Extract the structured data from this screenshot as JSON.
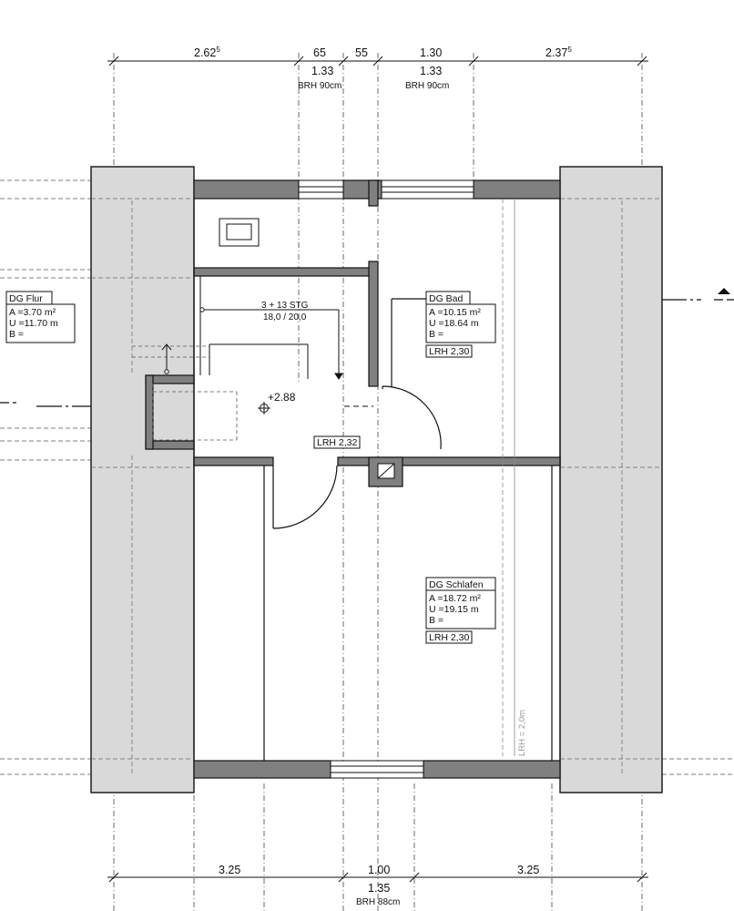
{
  "dimensions": {
    "top": {
      "d1": "2.62",
      "d1_sup": "5",
      "d2": "65",
      "d2_sub": "1.33",
      "d2_note": "BRH 90cm",
      "d3": "55",
      "d4": "1.30",
      "d4_sub": "1.33",
      "d4_note": "BRH 90cm",
      "d5": "2.37",
      "d5_sup": "5"
    },
    "bottom": {
      "d1": "3.25",
      "d2": "1.00",
      "d2_sub": "1.35",
      "d2_note": "BRH 88cm",
      "d3": "3.25"
    }
  },
  "rooms": {
    "flur": {
      "name": "DG Flur",
      "area": "A =3.70 m²",
      "perimeter": "U =11.70 m",
      "b": "B ="
    },
    "bad": {
      "name": "DG Bad",
      "area": "A =10.15 m²",
      "perimeter": "U =18.64 m",
      "b": "B =",
      "lrh": "LRH 2,30"
    },
    "schlafen": {
      "name": "DG Schlafen",
      "area": "A =18.72 m²",
      "perimeter": "U =19.15 m",
      "b": "B =",
      "lrh": "LRH 2,30"
    }
  },
  "stair": {
    "label": "3 + 13 STG",
    "ratio": "18,0 / 20,0"
  },
  "elevation": "+2.88",
  "lrh_hall": "LRH 2,32",
  "lrh_vertical": "LRH = 2,0m",
  "colors": {
    "wall": "#808080",
    "roof": "#d9d9d9",
    "line": "#111111",
    "dashed": "#555555"
  }
}
